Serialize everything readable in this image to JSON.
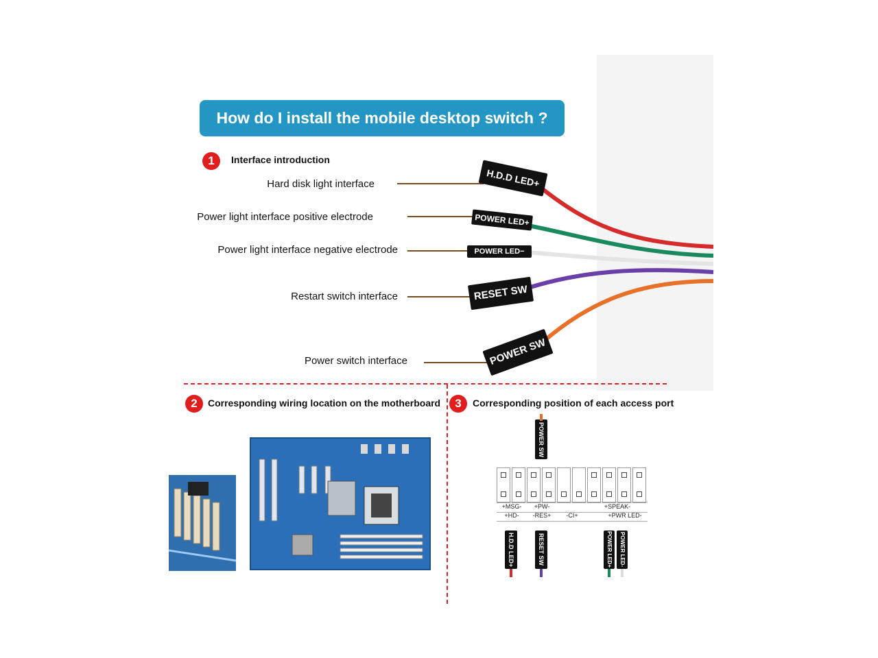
{
  "title": "How do I install the mobile desktop switch ?",
  "sections": [
    {
      "num": "1",
      "heading": "Interface introduction"
    },
    {
      "num": "2",
      "heading": "Corresponding wiring location on the motherboard"
    },
    {
      "num": "3",
      "heading": "Corresponding position of each access port"
    }
  ],
  "interfaces": [
    {
      "label": "Hard disk light interface",
      "connector": "H.D.D LED+",
      "wire_color": "#d62b2b"
    },
    {
      "label": "Power light interface positive electrode",
      "connector": "POWER LED+",
      "wire_color": "#1a8a5e"
    },
    {
      "label": "Power light interface negative electrode",
      "connector": "POWER LED−",
      "wire_color": "#e8e8e8"
    },
    {
      "label": "Restart switch interface",
      "connector": "RESET SW",
      "wire_color": "#6a3fa8"
    },
    {
      "label": "Power switch interface",
      "connector": "POWER SW",
      "wire_color": "#e8712a"
    }
  ],
  "port_diagram": {
    "top_connector": "POWER SW",
    "header_labels_top": [
      "+MSG-",
      "+PW-",
      "+SPEAK-"
    ],
    "header_labels_bottom": [
      "+HD-",
      "-RES+",
      "-CI+",
      "+PWR LED-"
    ],
    "bottom_connectors": [
      "H.D.D LED+",
      "RESET SW",
      "POWER LED+",
      "POWER LED-"
    ]
  },
  "colors": {
    "title_bg": "#2496c4",
    "badge": "#e01e1e",
    "divider": "#e02020",
    "board": "#2a6fb8"
  }
}
